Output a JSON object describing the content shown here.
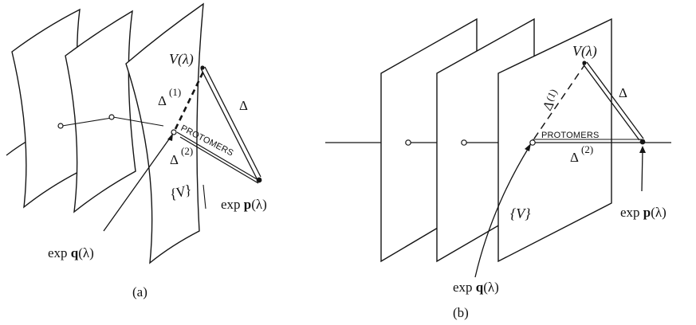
{
  "panel_a": {
    "caption": "(a)",
    "label_V": "V(λ)",
    "label_delta": "Δ",
    "label_delta1": "Δ",
    "label_delta1_sup": "(1)",
    "label_delta2": "Δ",
    "label_delta2_sup": "(2)",
    "label_protomers": "PROTOMERS",
    "label_set_V": "{V}",
    "label_exp_p": "exp p(λ)",
    "label_exp_q": "exp q(λ)"
  },
  "panel_b": {
    "caption": "(b)",
    "label_V": "V(λ)",
    "label_delta": "Δ",
    "label_delta1": "Δ",
    "label_delta1_sup": "(1)",
    "label_delta2": "Δ",
    "label_delta2_sup": "(2)",
    "label_protomers": "PROTOMERS",
    "label_set_V": "{V}",
    "label_exp_p": "exp p(λ)",
    "label_exp_q": "exp q(λ)"
  }
}
